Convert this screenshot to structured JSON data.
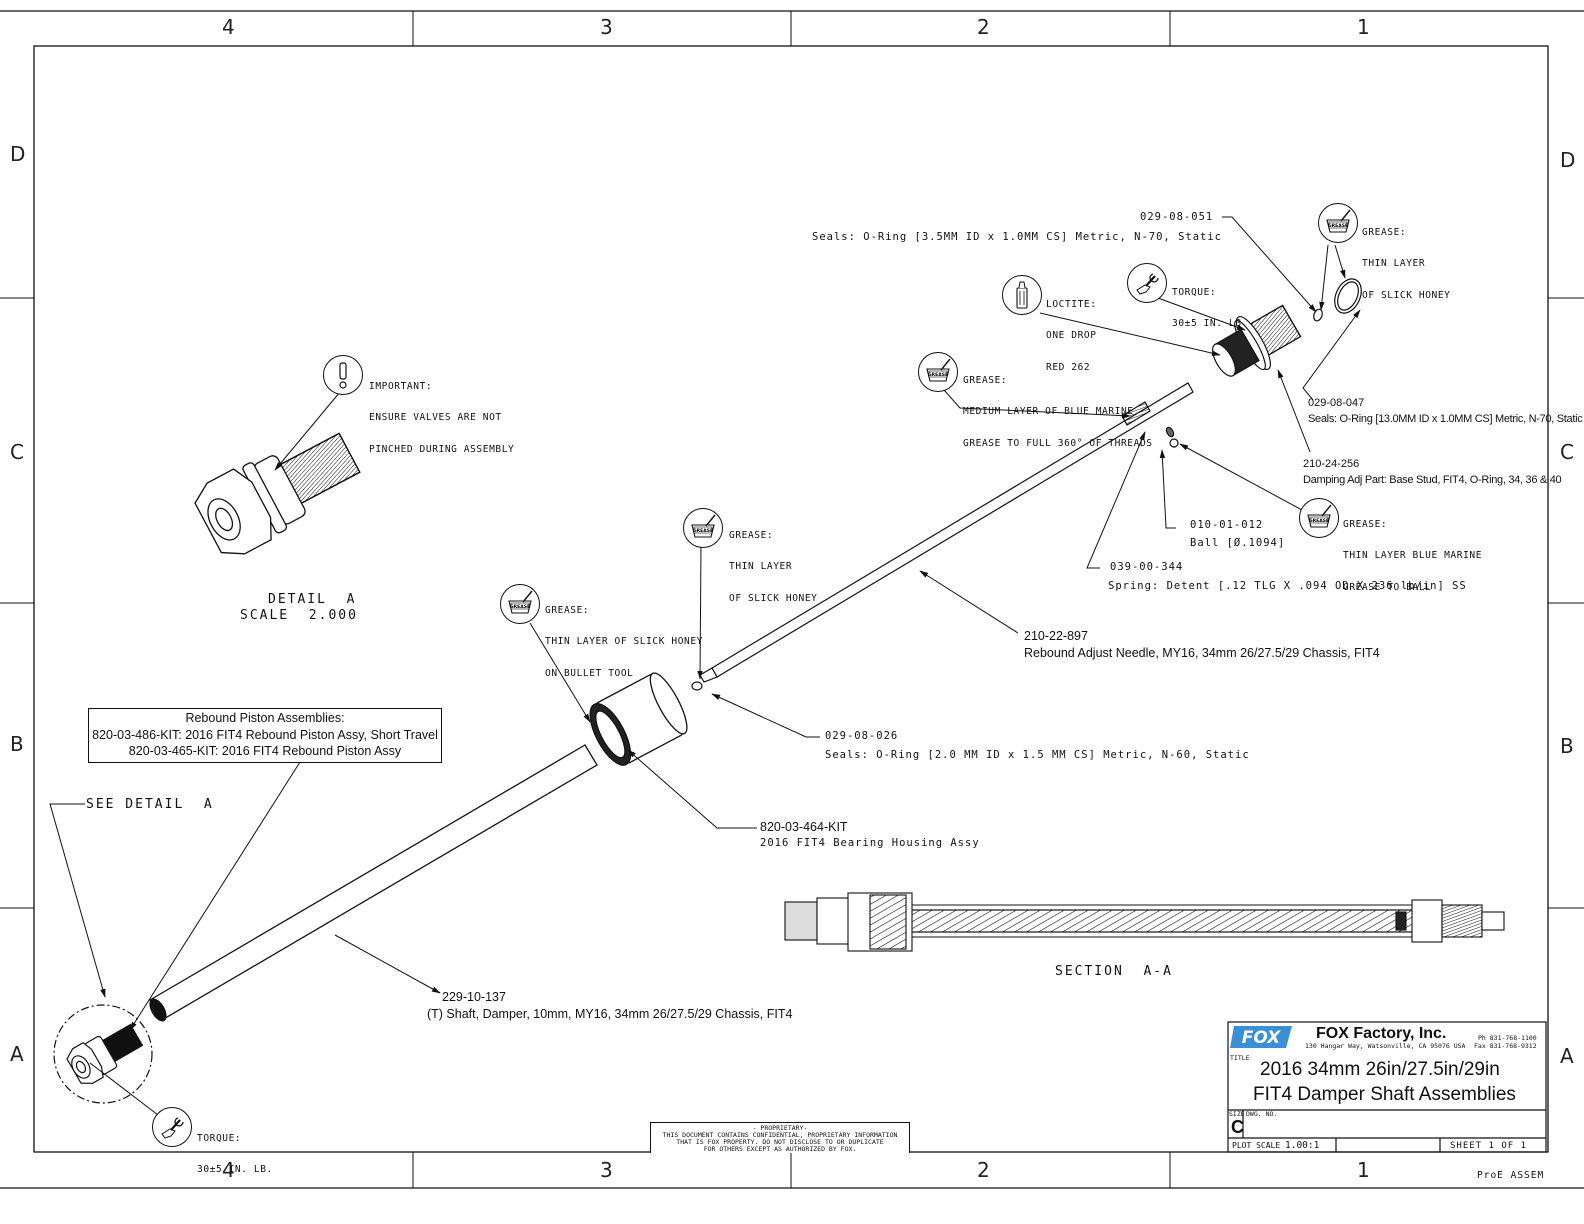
{
  "frame": {
    "columns": [
      "4",
      "3",
      "2",
      "1"
    ],
    "rows": [
      "D",
      "C",
      "B",
      "A"
    ]
  },
  "notes": {
    "important": {
      "icon": "exclamation-icon",
      "lines": [
        "IMPORTANT:",
        "ENSURE VALVES ARE NOT",
        "PINCHED DURING ASSEMBLY"
      ]
    },
    "detail_a": {
      "title": "DETAIL  A",
      "scale": "SCALE  2.000"
    },
    "grease_bullet": {
      "icon": "grease-icon",
      "lines": [
        "GREASE:",
        "THIN LAYER OF SLICK HONEY",
        "ON BULLET TOOL"
      ]
    },
    "grease_needle_oring": {
      "icon": "grease-icon",
      "lines": [
        "GREASE:",
        "THIN LAYER",
        "OF SLICK HONEY"
      ]
    },
    "grease_threads": {
      "icon": "grease-icon",
      "lines": [
        "GREASE:",
        "MEDIUM LAYER OF BLUE MARINE",
        "GREASE TO FULL 360° OF THREADS"
      ]
    },
    "loctite": {
      "icon": "loctite-tube-icon",
      "lines": [
        "LOCTITE:",
        "ONE DROP",
        "RED 262"
      ]
    },
    "torque_top": {
      "icon": "wrench-hand-icon",
      "lines": [
        "TORQUE:",
        "30±5 IN. LB."
      ]
    },
    "grease_top": {
      "icon": "grease-icon",
      "lines": [
        "GREASE:",
        "THIN LAYER",
        "OF SLICK HONEY"
      ]
    },
    "grease_ball": {
      "icon": "grease-icon",
      "lines": [
        "GREASE:",
        "THIN LAYER BLUE MARINE",
        "GREASE TO BALL"
      ]
    },
    "torque_bottom": {
      "icon": "wrench-hand-icon",
      "lines": [
        "TORQUE:",
        "30±5 IN. LB."
      ]
    },
    "see_detail": "SEE DETAIL  A",
    "section": "SECTION  A-A"
  },
  "parts": [
    {
      "id": "029-08-051",
      "desc": "Seals: O-Ring [3.5MM ID x 1.0MM CS] Metric, N-70, Static"
    },
    {
      "id": "029-08-047",
      "desc": "Seals: O-Ring [13.0MM ID x 1.0MM CS] Metric, N-70, Static"
    },
    {
      "id": "210-24-256",
      "desc": "Damping Adj Part: Base Stud, FIT4, O-Ring, 34, 36 & 40"
    },
    {
      "id": "010-01-012",
      "desc": "Ball [Ø.1094]"
    },
    {
      "id": "039-00-344",
      "desc": "Spring: Detent [.12 TLG X .094 OD X 236 lb/in] SS"
    },
    {
      "id": "210-22-897",
      "desc": "Rebound Adjust Needle, MY16, 34mm 26/27.5/29 Chassis, FIT4"
    },
    {
      "id": "029-08-026",
      "desc": "Seals: O-Ring [2.0 MM ID x 1.5 MM CS] Metric, N-60, Static"
    },
    {
      "id": "820-03-464-KIT",
      "desc": "2016 FIT4 Bearing Housing Assy"
    },
    {
      "id": "229-10-137",
      "desc": "(T) Shaft, Damper, 10mm, MY16, 34mm 26/27.5/29 Chassis, FIT4"
    }
  ],
  "piston_box": {
    "title": "Rebound Piston Assemblies:",
    "lines": [
      "820-03-486-KIT: 2016 FIT4 Rebound Piston Assy, Short Travel",
      "820-03-465-KIT: 2016 FIT4 Rebound Piston Assy"
    ]
  },
  "proprietary": {
    "title": "- PROPRIETARY-",
    "lines": [
      "THIS DOCUMENT CONTAINS CONFIDENTIAL, PROPRIETARY INFORMATION",
      "THAT IS FOX PROPERTY.  DO NOT DISCLOSE TO OR DUPLICATE",
      "FOR OTHERS EXCEPT AS AUTHORIZED BY FOX."
    ]
  },
  "title_block": {
    "company": "FOX Factory, Inc.",
    "address": "130 Hangar Way, Watsonville, CA 95076 USA",
    "phone": "Ph 831-768-1100",
    "fax": "Fax 831-768-9312",
    "title_label": "TITLE",
    "title_line1": "2016 34mm 26in/27.5in/29in",
    "title_line2": "FIT4 Damper Shaft Assemblies",
    "size_label": "SIZE",
    "size": "C",
    "dwg_no_label": "DWG. NO.",
    "plot_scale_label": "PLOT SCALE",
    "plot_scale": "1.00:1",
    "sheet": "SHEET 1 OF 1",
    "brand_color": "#3a8fd6"
  },
  "footer": "ProE ASSEM"
}
